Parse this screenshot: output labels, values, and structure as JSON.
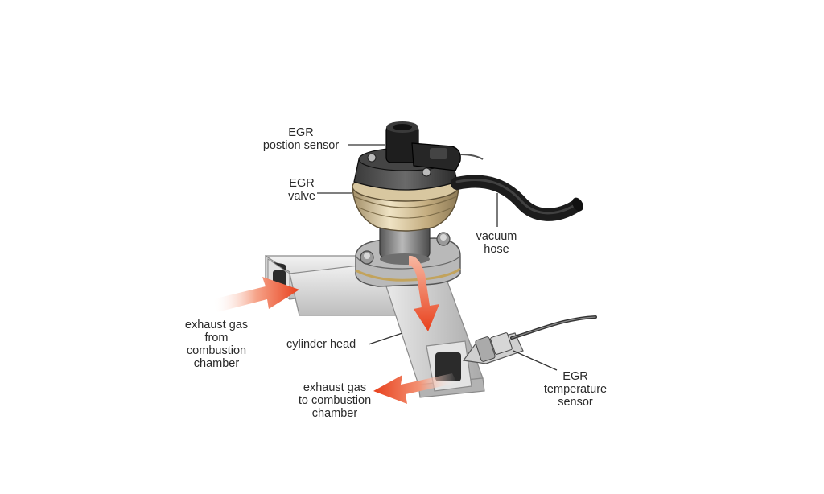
{
  "labels": {
    "position_sensor": "EGR\npostion sensor",
    "valve": "EGR\nvalve",
    "vacuum_hose": "vacuum\nhose",
    "exhaust_from": "exhaust gas\nfrom\ncombustion\nchamber",
    "cylinder_head": "cylinder head",
    "exhaust_to": "exhaust gas\nto combustion\nchamber",
    "temperature_sensor": "EGR\ntemperature\nsensor"
  },
  "colors": {
    "label_text": "#2a2a2a",
    "leader_line": "#333333",
    "flow_arrow": "#e8401c",
    "valve_brass": "#c9b48a",
    "housing_dark": "#2b2b2b",
    "pipe_gray": "#d9d9d9",
    "hose_black": "#1c1c1c"
  },
  "icons": [
    "egr-position-sensor-connector",
    "egr-valve-body",
    "vacuum-hose",
    "cylinder-head-passage",
    "egr-temperature-sensor",
    "exhaust-flow-arrow"
  ]
}
